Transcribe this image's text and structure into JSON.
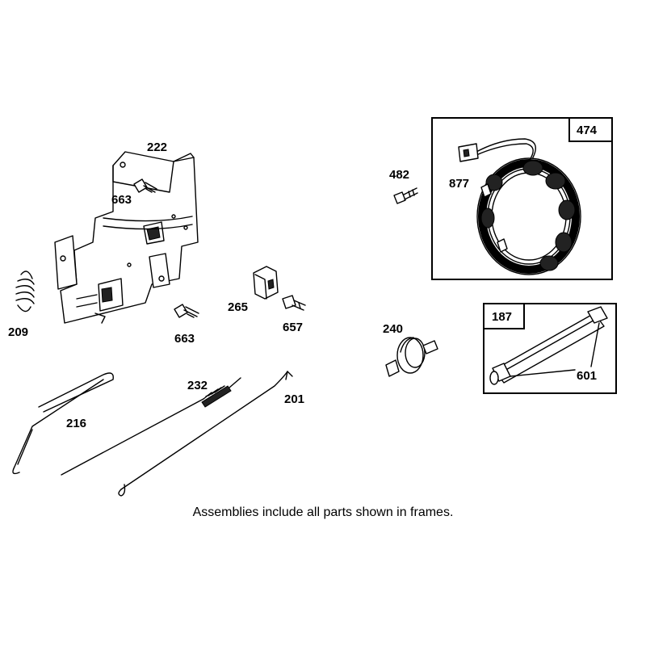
{
  "parts": {
    "p222": "222",
    "p663a": "663",
    "p663b": "663",
    "p209": "209",
    "p265": "265",
    "p657": "657",
    "p482": "482",
    "p877": "877",
    "p240": "240",
    "p601": "601",
    "p216": "216",
    "p232": "232",
    "p201": "201"
  },
  "frames": {
    "stator_assembly": "474",
    "fuel_line_assembly": "187"
  },
  "caption": "Assemblies include all parts shown in frames."
}
